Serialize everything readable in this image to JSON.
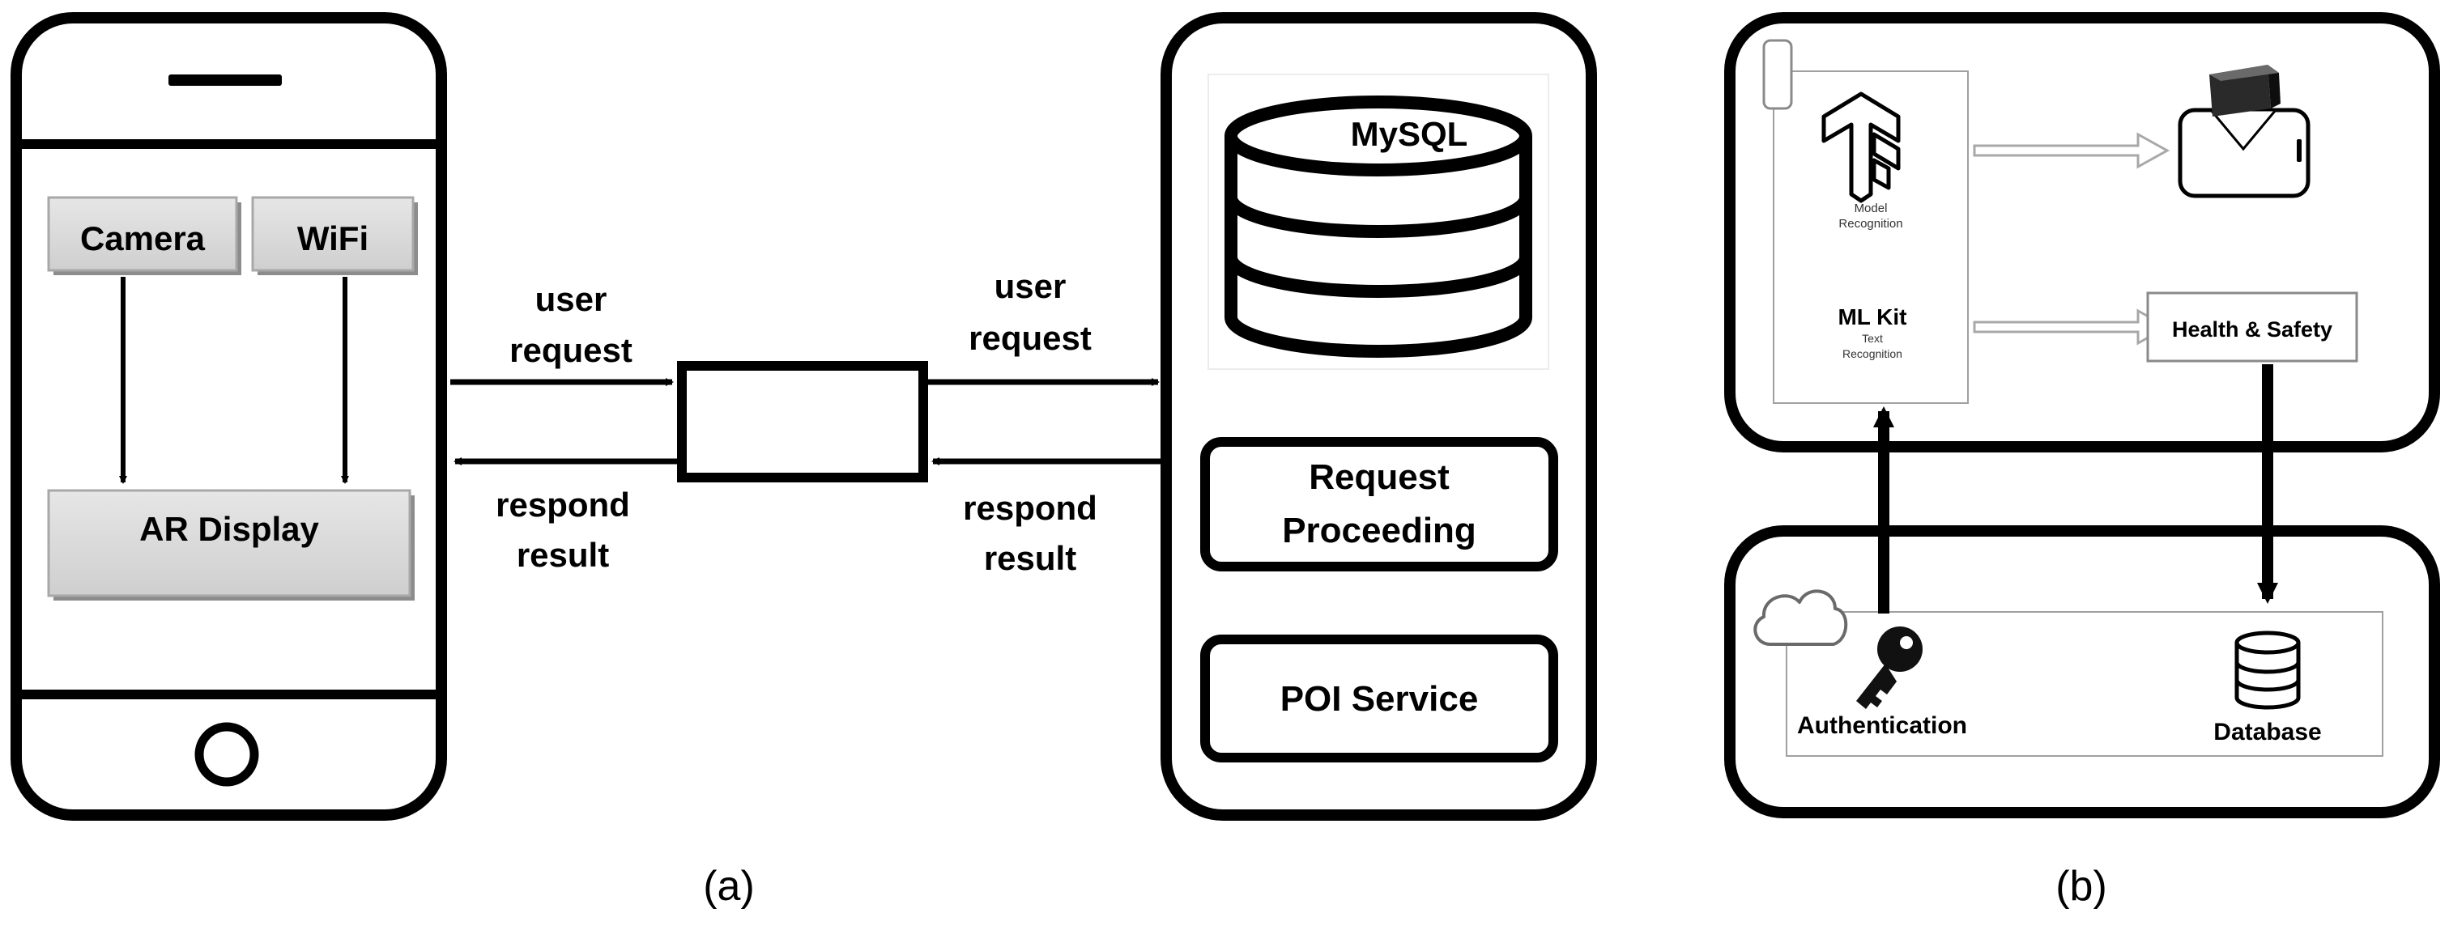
{
  "panel_a": {
    "phone": {
      "camera_label": "Camera",
      "wifi_label": "WiFi",
      "ar_display_label": "AR Display"
    },
    "left_arrows": {
      "request_line1": "user",
      "request_line2": "request",
      "response_line1": "respond",
      "response_line2": "result"
    },
    "right_arrows": {
      "request_line1": "user",
      "request_line2": "request",
      "response_line1": "respond",
      "response_line2": "result"
    },
    "server": {
      "db_label": "MySQL",
      "request_line1": "Request",
      "request_line2": "Proceeding",
      "poi_label": "POI Service"
    },
    "caption": "(a)"
  },
  "panel_b": {
    "model_recognition_line1": "Model",
    "model_recognition_line2": "Recognition",
    "mlkit_label": "ML Kit",
    "text_recognition_line1": "Text",
    "text_recognition_line2": "Recognition",
    "health_safety_label": "Health & Safety",
    "authentication_label": "Authentication",
    "database_label": "Database",
    "caption": "(b)"
  },
  "colors": {
    "stroke": "#000000",
    "button_fill": "#d9d9d9",
    "button_shadow": "#8c8c8c",
    "thin_line": "#9a9a9a"
  },
  "icons": [
    "tensorflow-icon",
    "phone-ar-icon",
    "cloud-icon",
    "key-icon",
    "database-icon",
    "phone-outline-icon"
  ]
}
